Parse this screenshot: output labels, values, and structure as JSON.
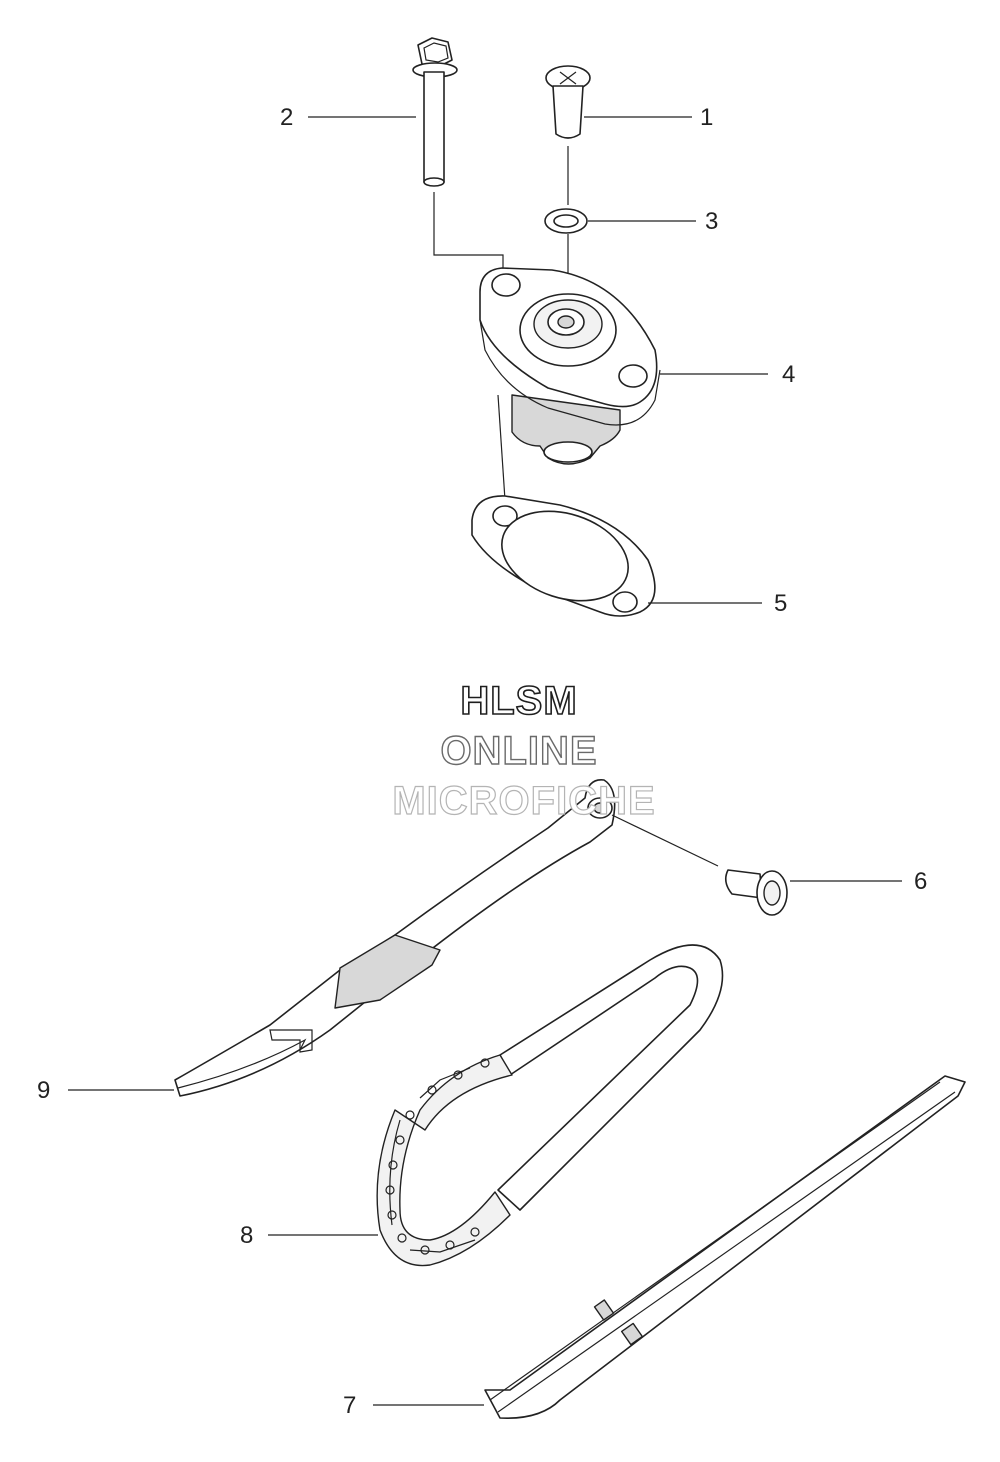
{
  "callouts": [
    {
      "number": "1",
      "part": "screw"
    },
    {
      "number": "2",
      "part": "flange-bolt"
    },
    {
      "number": "3",
      "part": "washer"
    },
    {
      "number": "4",
      "part": "chain-tensioner"
    },
    {
      "number": "5",
      "part": "gasket"
    },
    {
      "number": "6",
      "part": "pivot-bolt"
    },
    {
      "number": "7",
      "part": "chain-guide"
    },
    {
      "number": "8",
      "part": "cam-chain"
    },
    {
      "number": "9",
      "part": "tensioner-arm"
    }
  ],
  "watermark": {
    "line1": "HLSM",
    "line2": "ONLINE",
    "line3": "MICROFICHE"
  }
}
